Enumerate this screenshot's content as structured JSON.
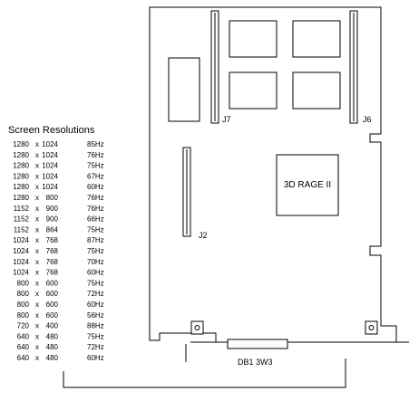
{
  "diagram": {
    "chip_label": "3D RAGE II",
    "connector_label": "DB1 3W3",
    "jumpers": {
      "j7": "J7",
      "j6": "J6",
      "j2": "J2"
    }
  },
  "resolutions": {
    "title": "Screen Resolutions",
    "separator": "x",
    "rows": [
      {
        "w": "1280",
        "h": "1024",
        "hz": "85Hz"
      },
      {
        "w": "1280",
        "h": "1024",
        "hz": "76Hz"
      },
      {
        "w": "1280",
        "h": "1024",
        "hz": "75Hz"
      },
      {
        "w": "1280",
        "h": "1024",
        "hz": "67Hz"
      },
      {
        "w": "1280",
        "h": "1024",
        "hz": "60Hz"
      },
      {
        "w": "1280",
        "h": "800",
        "hz": "76Hz"
      },
      {
        "w": "1152",
        "h": "900",
        "hz": "76Hz"
      },
      {
        "w": "1152",
        "h": "900",
        "hz": "66Hz"
      },
      {
        "w": "1152",
        "h": "864",
        "hz": "75Hz"
      },
      {
        "w": "1024",
        "h": "768",
        "hz": "87Hz"
      },
      {
        "w": "1024",
        "h": "768",
        "hz": "75Hz"
      },
      {
        "w": "1024",
        "h": "768",
        "hz": "70Hz"
      },
      {
        "w": "1024",
        "h": "768",
        "hz": "60Hz"
      },
      {
        "w": "800",
        "h": "600",
        "hz": "75Hz"
      },
      {
        "w": "800",
        "h": "600",
        "hz": "72Hz"
      },
      {
        "w": "800",
        "h": "600",
        "hz": "60Hz"
      },
      {
        "w": "800",
        "h": "600",
        "hz": "56Hz"
      },
      {
        "w": "720",
        "h": "400",
        "hz": "88Hz"
      },
      {
        "w": "640",
        "h": "480",
        "hz": "75Hz"
      },
      {
        "w": "640",
        "h": "480",
        "hz": "72Hz"
      },
      {
        "w": "640",
        "h": "480",
        "hz": "60Hz"
      }
    ]
  }
}
